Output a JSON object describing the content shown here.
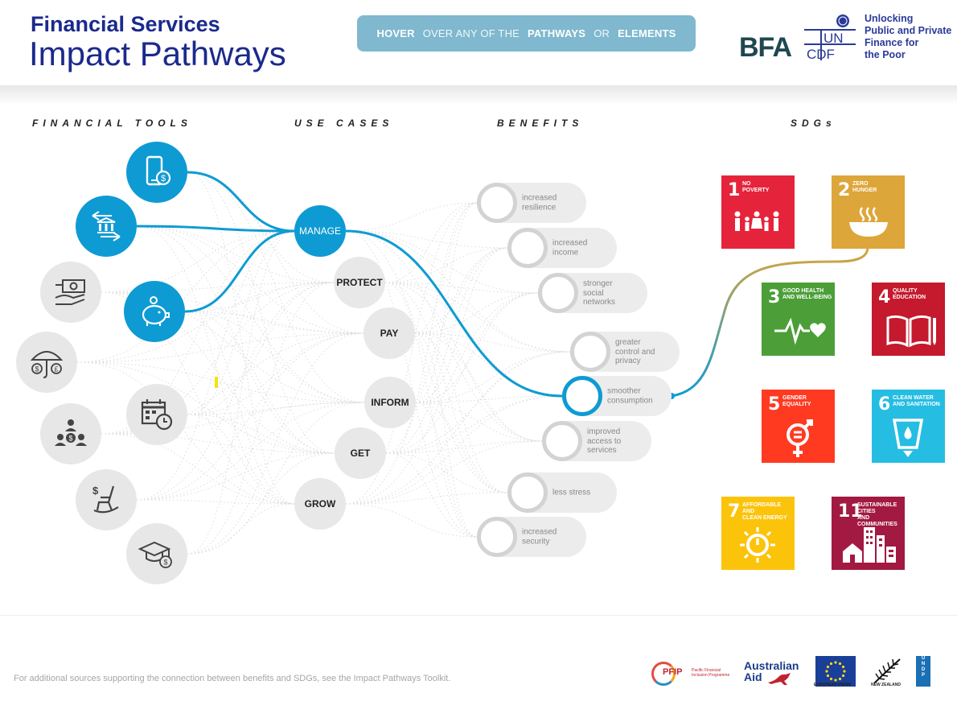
{
  "header": {
    "title_line1": "Financial Services",
    "title_line2": "Impact Pathways",
    "hover_bar": {
      "w1": "HOVER",
      "w2": "OVER ANY OF THE",
      "w3": "PATHWAYS",
      "w4": "OR",
      "w5": "ELEMENTS"
    },
    "bfa_logo": "BFA",
    "uncdf_logo_top": "UN",
    "uncdf_logo_bottom": "CDF",
    "uncdf_tagline": "Unlocking\nPublic and Private\nFinance for\nthe Poor"
  },
  "columns": {
    "tools": "FINANCIAL TOOLS",
    "uses": "USE CASES",
    "benefits": "BENEFITS",
    "sdgs": "SDGs"
  },
  "tools": [
    {
      "icon": "mobile-money-icon",
      "active": true
    },
    {
      "icon": "bank-transfer-icon",
      "active": true
    },
    {
      "icon": "cash-in-hand-icon",
      "active": false
    },
    {
      "icon": "savings-piggy-bank-icon",
      "active": true
    },
    {
      "icon": "insurance-umbrella-icon",
      "active": false
    },
    {
      "icon": "calendar-clock-icon",
      "active": false
    },
    {
      "icon": "group-savings-icon",
      "active": false
    },
    {
      "icon": "pension-rocking-chair-icon",
      "active": false
    },
    {
      "icon": "education-loan-icon",
      "active": false
    }
  ],
  "use_cases": [
    "MANAGE",
    "PROTECT",
    "PAY",
    "INFORM",
    "GET",
    "GROW"
  ],
  "active_use_case": "MANAGE",
  "benefits": [
    "increased\nresilience",
    "increased\nincome",
    "stronger\nsocial\nnetworks",
    "greater\ncontrol and\nprivacy",
    "smoother\nconsumption",
    "improved\naccess to\nservices",
    "less stress",
    "increased\nsecurity"
  ],
  "active_benefit": "smoother\nconsumption",
  "sdgs": [
    {
      "num": "1",
      "label": "NO\nPOVERTY",
      "color": "#e5243b",
      "icon": "family-icon"
    },
    {
      "num": "2",
      "label": "ZERO\nHUNGER",
      "color": "#dda63a",
      "icon": "bowl-icon"
    },
    {
      "num": "3",
      "label": "GOOD HEALTH\nAND WELL-BEING",
      "color": "#4c9f38",
      "icon": "heartbeat-icon"
    },
    {
      "num": "4",
      "label": "QUALITY\nEDUCATION",
      "color": "#c5192d",
      "icon": "book-icon"
    },
    {
      "num": "5",
      "label": "GENDER\nEQUALITY",
      "color": "#ff3a21",
      "icon": "gender-icon"
    },
    {
      "num": "6",
      "label": "CLEAN WATER\nAND SANITATION",
      "color": "#26bde2",
      "icon": "water-glass-icon"
    },
    {
      "num": "7",
      "label": "AFFORDABLE AND\nCLEAN ENERGY",
      "color": "#fcc30b",
      "icon": "sun-power-icon"
    },
    {
      "num": "11",
      "label": "SUSTAINABLE CITIES\nAND COMMUNITIES",
      "color": "#a21942",
      "icon": "city-icon"
    }
  ],
  "colors": {
    "accent": "#0e9bd3",
    "title": "#1b2a8c",
    "inactive": "#e7e7e7"
  },
  "footer": {
    "note": "For additional sources supporting the connection between benefits and SDGs, see the Impact Pathways Toolkit.",
    "pfip": "PFIP",
    "pfip_sub": "Pacific Financial Inclusion Programme",
    "aus_aid_1": "Australian",
    "aus_aid_2": "Aid",
    "eu": "EUROPEAN UNION",
    "nz": "NEW ZEALAND",
    "undp": "UNDP"
  }
}
